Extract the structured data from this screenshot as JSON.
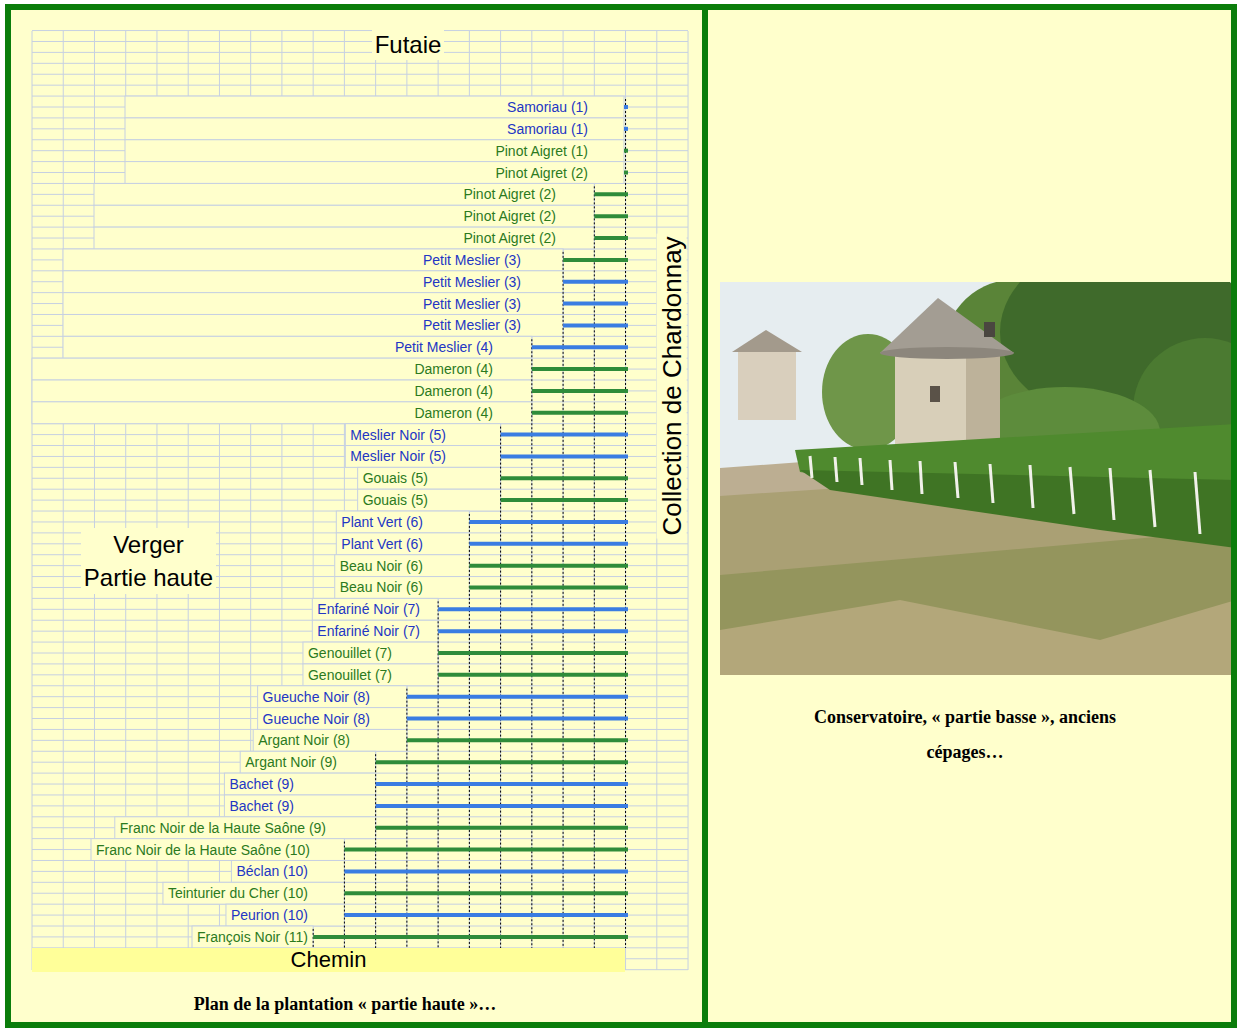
{
  "diagram": {
    "nodes": [
      {
        "text": [
          "Plan de la plantation « partie haute »…"
        ]
      },
      {
        "text": [
          "Chemin"
        ],
        "in": 0
      },
      {
        "text": [
          "Conservatoire, « partie basse », anciens cépages…"
        ]
      }
    ],
    "labels": [
      "Futaie",
      "Samoriau (1)",
      "Samoriau (1)",
      "Pinot Aigret (1)",
      "Pinot Aigret (2)",
      "Pinot Aigret (2)",
      "Pinot Aigret (2)",
      "Pinot Aigret (2)",
      "Petit Meslier (3)",
      "Petit Meslier (3)",
      "Petit Meslier (3)",
      "Petit Meslier (3)",
      "Petit Meslier (4)",
      "Dameron (4)",
      "Dameron (4)",
      "Dameron (4)",
      "Meslier Noir (5)",
      "Meslier Noir (5)",
      "Gouais (5)",
      "Gouais (5)",
      "Plant Vert (6)",
      "Plant Vert (6)",
      "Beau Noir (6)",
      "Beau Noir (6)",
      "Enfariné Noir (7)",
      "Enfariné Noir (7)",
      "Genouillet (7)",
      "Genouillet (7)",
      "Gueuche Noir (8)",
      "Gueuche Noir (8)",
      "Argant Noir (8)",
      "Argant Noir (9)",
      "Bachet (9)",
      "Bachet (9)",
      "Franc Noir de la Haute Saône (9)",
      "Franc Noir de la Haute Saône (10)",
      "Béclan (10)",
      "Teinturier du Cher (10)",
      "Peurion (10)",
      "François Noir (11)",
      "Collection de Chardonnay",
      "Verger Partie haute"
    ]
  }
}
